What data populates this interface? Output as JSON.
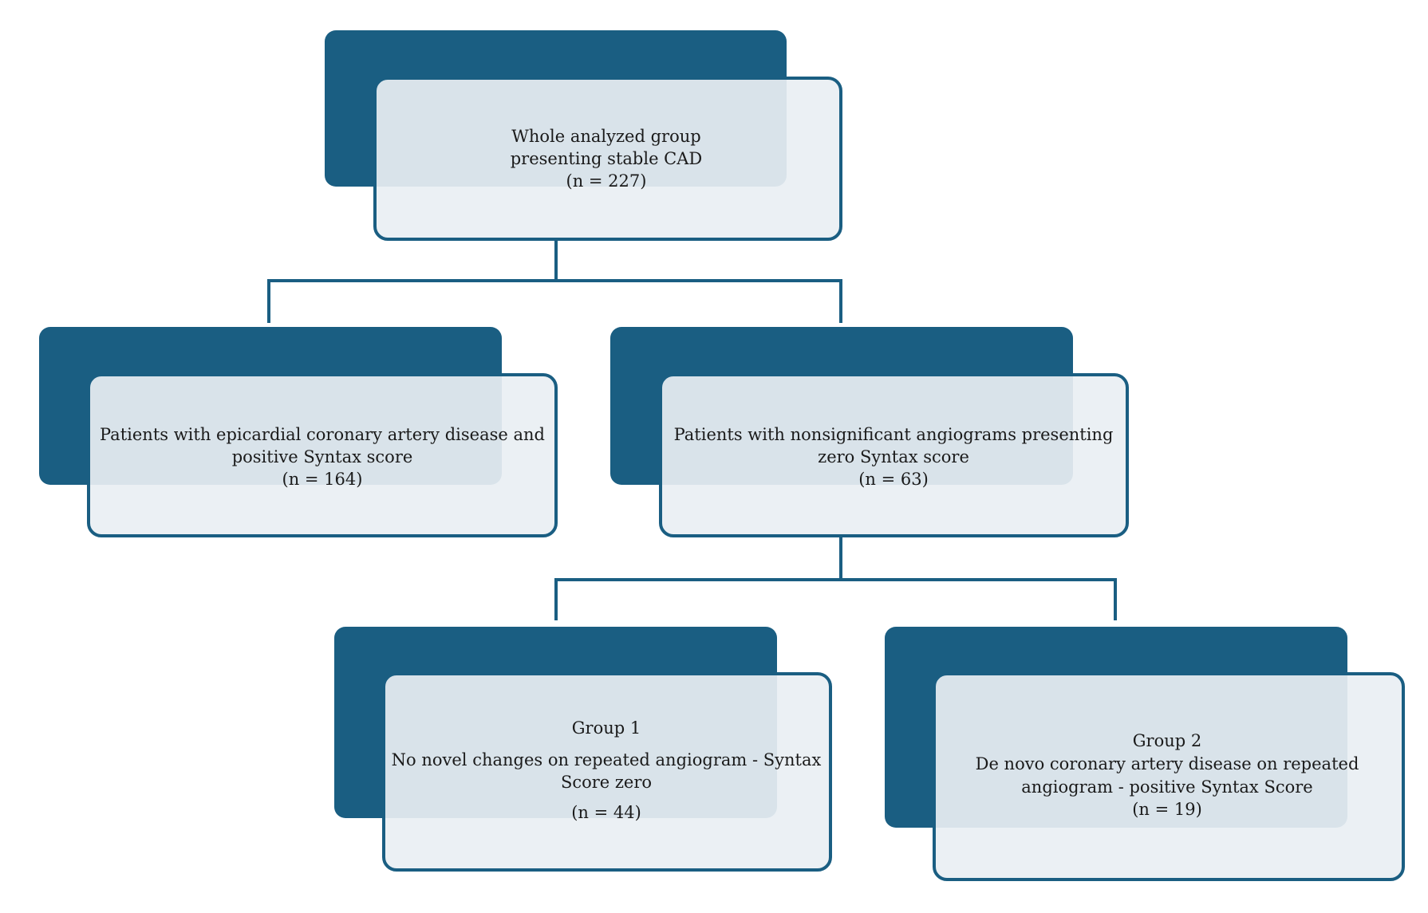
{
  "colors": {
    "block_dark": "#1a5e82",
    "block_light": "#e9eff3",
    "text": "#1a1a1a"
  },
  "nodes": {
    "root": {
      "line1": "Whole analyzed group",
      "line2": "presenting stable CAD",
      "count": "(n = 227)"
    },
    "left": {
      "line1": "Patients with epicardial coronary artery disease and",
      "line2": "positive Syntax score",
      "count": "(n = 164)"
    },
    "right": {
      "line1": "Patients with nonsignificant angiograms presenting",
      "line2": "zero Syntax score",
      "count": "(n = 63)"
    },
    "group1": {
      "title": "Group 1",
      "line1": "No novel changes on repeated angiogram - Syntax",
      "line2": "Score zero",
      "count": "(n = 44)"
    },
    "group2": {
      "title": "Group 2",
      "line1": "De novo coronary artery disease on repeated",
      "line2": "angiogram - positive Syntax Score",
      "count": "(n = 19)"
    }
  }
}
